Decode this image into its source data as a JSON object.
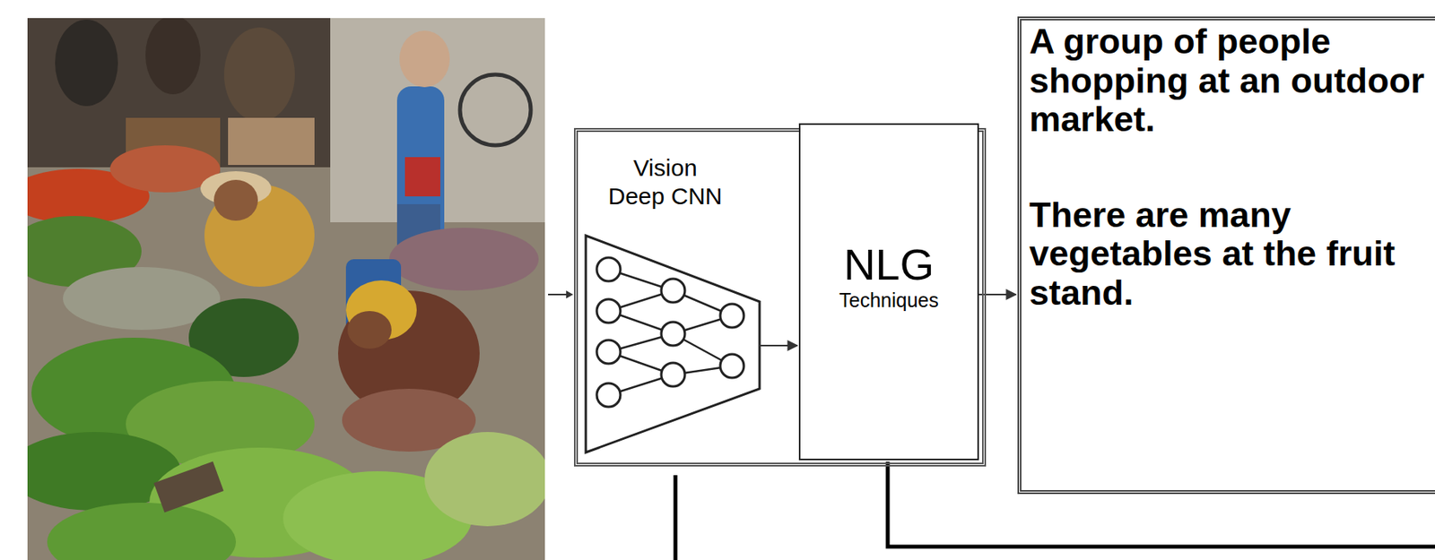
{
  "diagram": {
    "nodes": [
      {
        "text": [
          "Vision Deep CNN"
        ]
      },
      {
        "text": [
          "NLG",
          "Techniques"
        ]
      },
      {
        "text": [
          "A group of people shopping at an outdoor market.",
          "There are many vegetables at the fruit stand."
        ]
      }
    ],
    "edges": [
      {
        "from": 0,
        "to": 1,
        "arrow": "to"
      },
      {
        "from": 1,
        "to": 2,
        "arrow": "to"
      }
    ]
  }
}
